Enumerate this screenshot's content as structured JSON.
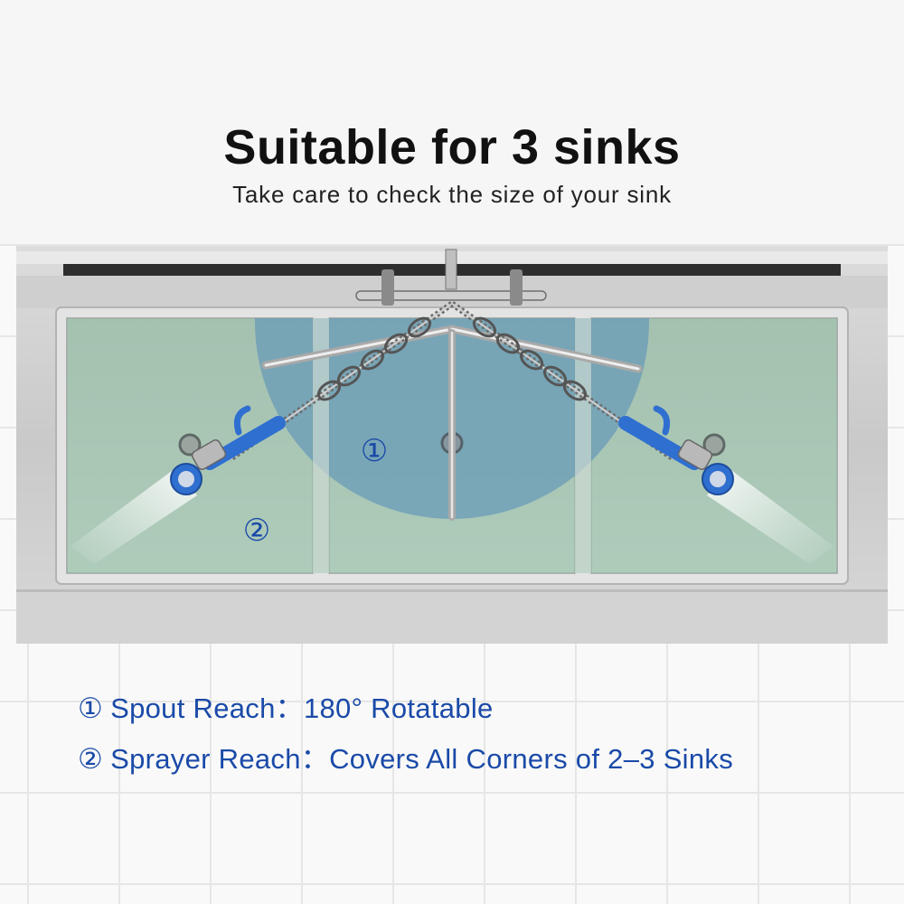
{
  "header": {
    "title": "Suitable for 3 sinks",
    "subtitle": "Take care to check the size of your sink"
  },
  "scene": {
    "zone_1_label": "①",
    "zone_2_label": "②",
    "zone_1_color": "#5f95b8",
    "zone_2_color": "#8fc4a6",
    "sprayer_color": "#2f6fd0"
  },
  "features": [
    {
      "marker": "①",
      "label": "Spout Reach：",
      "value": "180° Rotatable"
    },
    {
      "marker": "②",
      "label": "Sprayer Reach：",
      "value": "Covers All Corners of 2–3 Sinks"
    }
  ]
}
